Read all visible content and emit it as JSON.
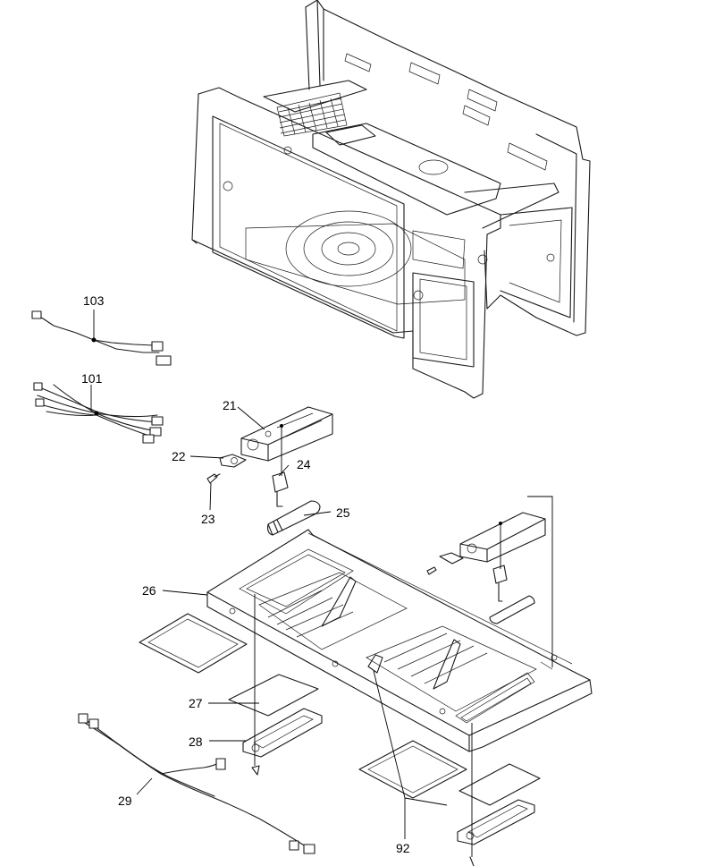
{
  "diagram": {
    "callouts": {
      "c103": "103",
      "c101": "101",
      "c21": "21",
      "c22": "22",
      "c24": "24",
      "c23": "23",
      "c25": "25",
      "c26": "26",
      "c27": "27",
      "c28": "28",
      "c29": "29",
      "c92": "92"
    }
  }
}
